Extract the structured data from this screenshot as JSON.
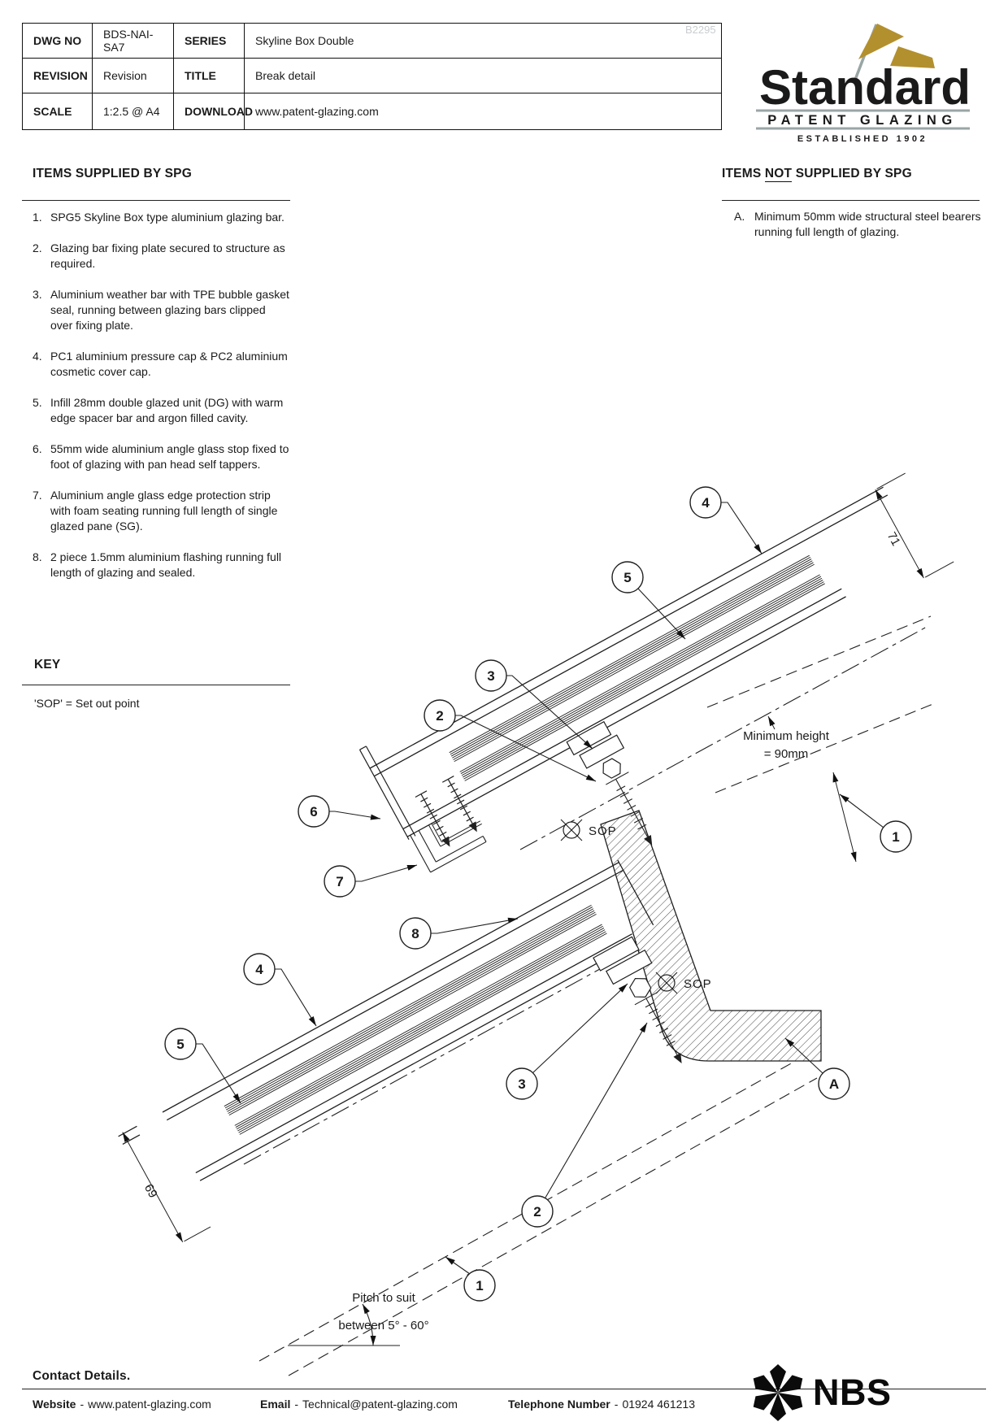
{
  "watermark": "B2295",
  "title_block": {
    "rows": [
      {
        "label1": "DWG NO",
        "value1": "BDS-NAI-SA7",
        "label2": "SERIES",
        "value2": "Skyline Box Double"
      },
      {
        "label1": "REVISION",
        "value1": "Revision",
        "label2": "TITLE",
        "value2": "Break detail"
      },
      {
        "label1": "SCALE",
        "value1": "1:2.5 @ A4",
        "label2": "DOWNLOAD",
        "value2": "www.patent-glazing.com"
      }
    ]
  },
  "logo": {
    "name": "Standard",
    "subtitle": "PATENT GLAZING",
    "established": "ESTABLISHED 1902",
    "gold": "#b3902e",
    "gray": "#9aa5a5"
  },
  "supplied": {
    "heading": "ITEMS SUPPLIED BY SPG",
    "items": [
      {
        "num": "1.",
        "text": "SPG5 Skyline Box type aluminium glazing bar."
      },
      {
        "num": "2.",
        "text": "Glazing bar fixing plate secured to structure as required."
      },
      {
        "num": "3.",
        "text": "Aluminium weather bar with TPE bubble gasket seal, running between glazing bars clipped over fixing plate."
      },
      {
        "num": "4.",
        "text": "PC1 aluminium pressure cap & PC2 aluminium cosmetic cover cap."
      },
      {
        "num": "5.",
        "text": "Infill 28mm double glazed unit (DG) with warm edge spacer bar and argon filled cavity."
      },
      {
        "num": "6.",
        "text": "55mm wide aluminium angle glass stop fixed to foot of glazing with pan head self tappers."
      },
      {
        "num": "7.",
        "text": "Aluminium angle glass edge protection strip with foam seating running full length of single glazed pane (SG)."
      },
      {
        "num": "8.",
        "text": "2 piece 1.5mm aluminium flashing running full length of glazing and sealed."
      }
    ]
  },
  "not_supplied": {
    "heading_pre": "ITEMS ",
    "heading_not": "NOT",
    "heading_post": " SUPPLIED BY SPG",
    "item_label": "A.",
    "item_line1": "Minimum 50mm wide structural steel bearers",
    "item_line2": "running full length of glazing."
  },
  "key": {
    "heading": "KEY",
    "entry": "'SOP' = Set out point"
  },
  "drawing": {
    "callouts": [
      {
        "label": "4"
      },
      {
        "label": "5"
      },
      {
        "label": "3"
      },
      {
        "label": "2"
      },
      {
        "label": "6"
      },
      {
        "label": "7"
      },
      {
        "label": "8"
      },
      {
        "label": "4"
      },
      {
        "label": "5"
      },
      {
        "label": "3"
      },
      {
        "label": "2"
      },
      {
        "label": "1"
      },
      {
        "label": "1"
      },
      {
        "label": "A"
      }
    ],
    "labels": {
      "dim_upper": "71",
      "dim_lower": "69",
      "min_height_1": "Minimum height",
      "min_height_2": "= 90mm",
      "sop": "SOP",
      "pitch_1": "Pitch to suit",
      "pitch_2": "between 5° - 60°"
    }
  },
  "footer": {
    "heading": "Contact Details.",
    "website_label": "Website",
    "website": "www.patent-glazing.com",
    "email_label": "Email",
    "email": "Technical@patent-glazing.com",
    "phone_label": "Telephone Number",
    "phone": "01924 461213",
    "dash": "-",
    "nbs": "NBS"
  }
}
